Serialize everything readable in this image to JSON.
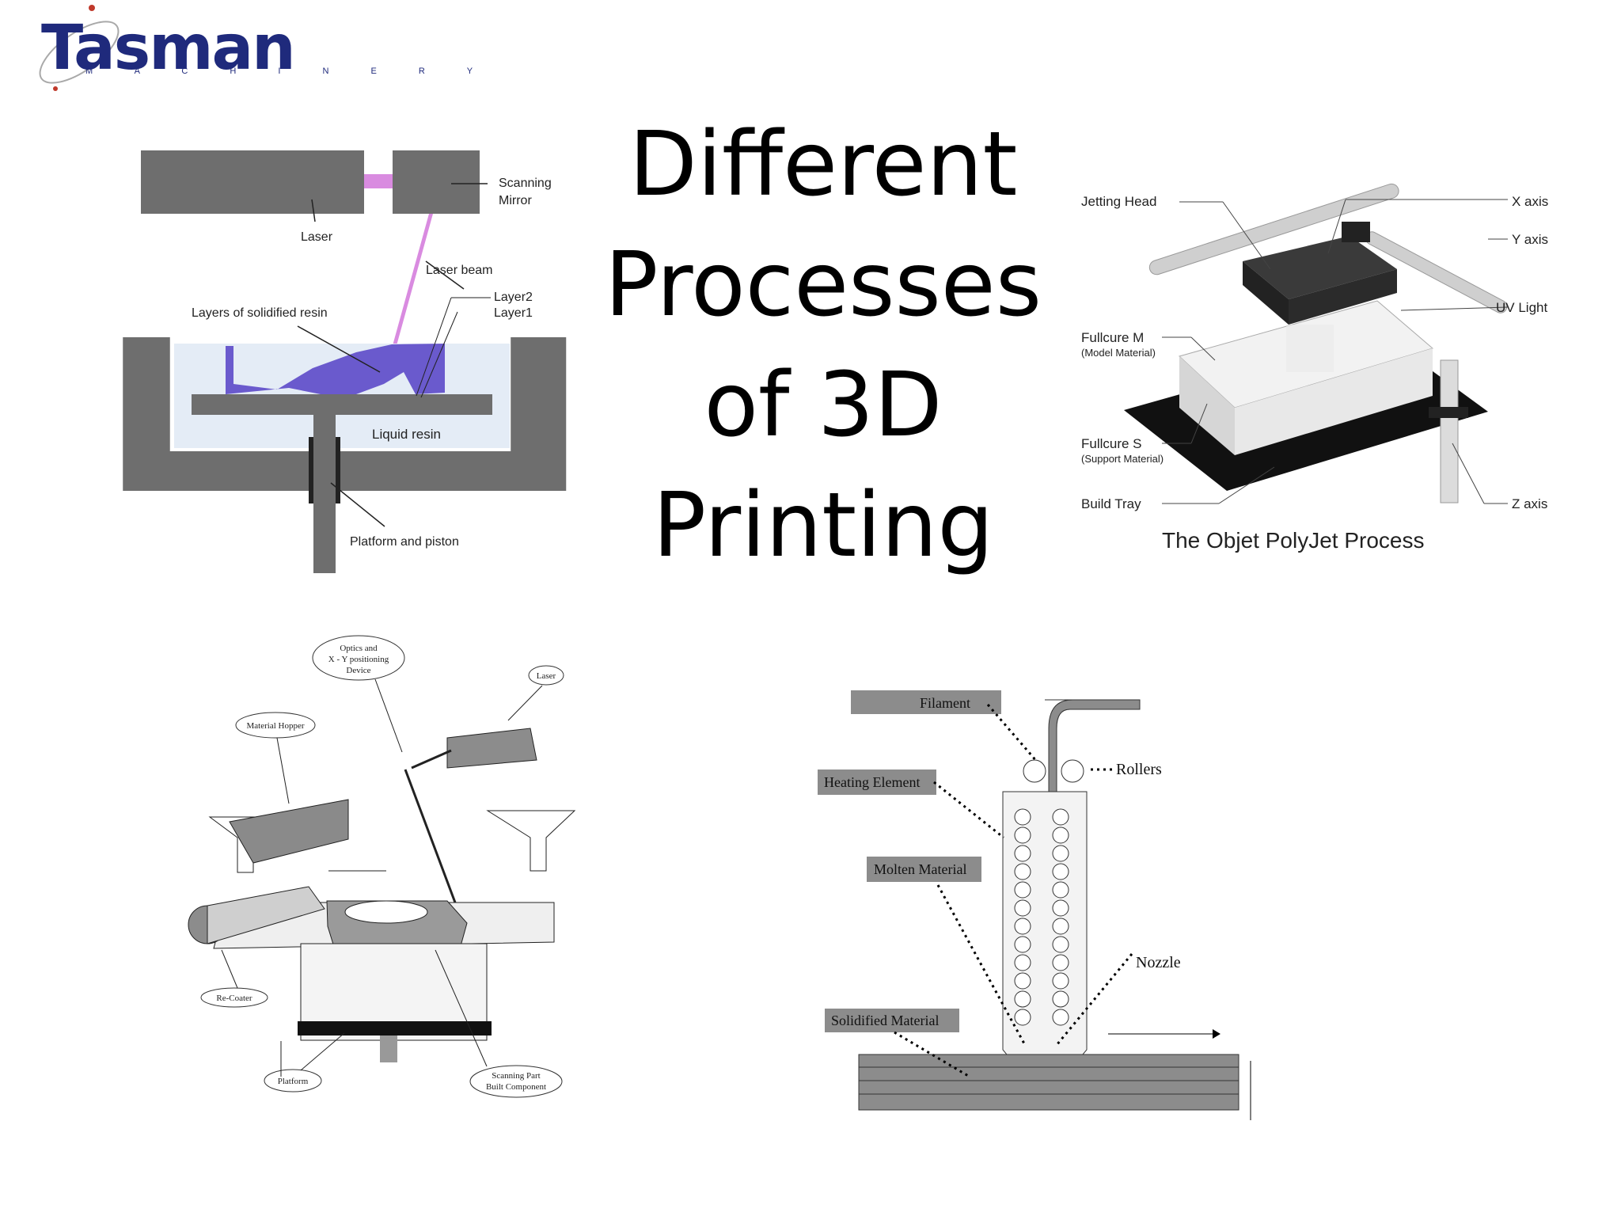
{
  "brand": {
    "name": "Tasman",
    "subtitle": "M A C H I N E R Y",
    "accent": "#1f2a7c",
    "orbit": "#b0b0b0"
  },
  "title": {
    "line1": "Different",
    "line2": "Processes",
    "line3": "of 3D",
    "line4": "Printing"
  },
  "sla": {
    "laser": "Laser",
    "scanning": "Scanning",
    "mirror": "Mirror",
    "laser_beam": "Laser beam",
    "layers_solidified": "Layers of solidified resin",
    "layer2": "Layer2",
    "layer1": "Layer1",
    "liquid_resin": "Liquid resin",
    "platform_piston": "Platform and piston",
    "colors": {
      "machine": "#6e6e6e",
      "resin": "#e4ecf6",
      "part": "#6a5acd",
      "beam": "#d98be0"
    }
  },
  "polyjet": {
    "jetting_head": "Jetting Head",
    "x_axis": "X axis",
    "y_axis": "Y axis",
    "uv_light": "UV Light",
    "fullcure_m": "Fullcure M",
    "model_material": "(Model Material)",
    "fullcure_s": "Fullcure S",
    "support_material": "(Support Material)",
    "build_tray": "Build Tray",
    "z_axis": "Z axis",
    "caption": "The Objet PolyJet Process"
  },
  "sls": {
    "optics1": "Optics and",
    "optics2": "X - Y positioning",
    "optics3": "Device",
    "laser": "Laser",
    "material_hopper": "Material Hopper",
    "re_coater": "Re-Coater",
    "platform": "Platform",
    "scanning1": "Scanning Part",
    "scanning2": "Built Component"
  },
  "fdm": {
    "filament": "Filament",
    "rollers": "Rollers",
    "heating_element": "Heating Element",
    "molten_material": "Molten Material",
    "nozzle": "Nozzle",
    "solidified_material": "Solidified Material",
    "label_fill": "#8c8c8c"
  }
}
